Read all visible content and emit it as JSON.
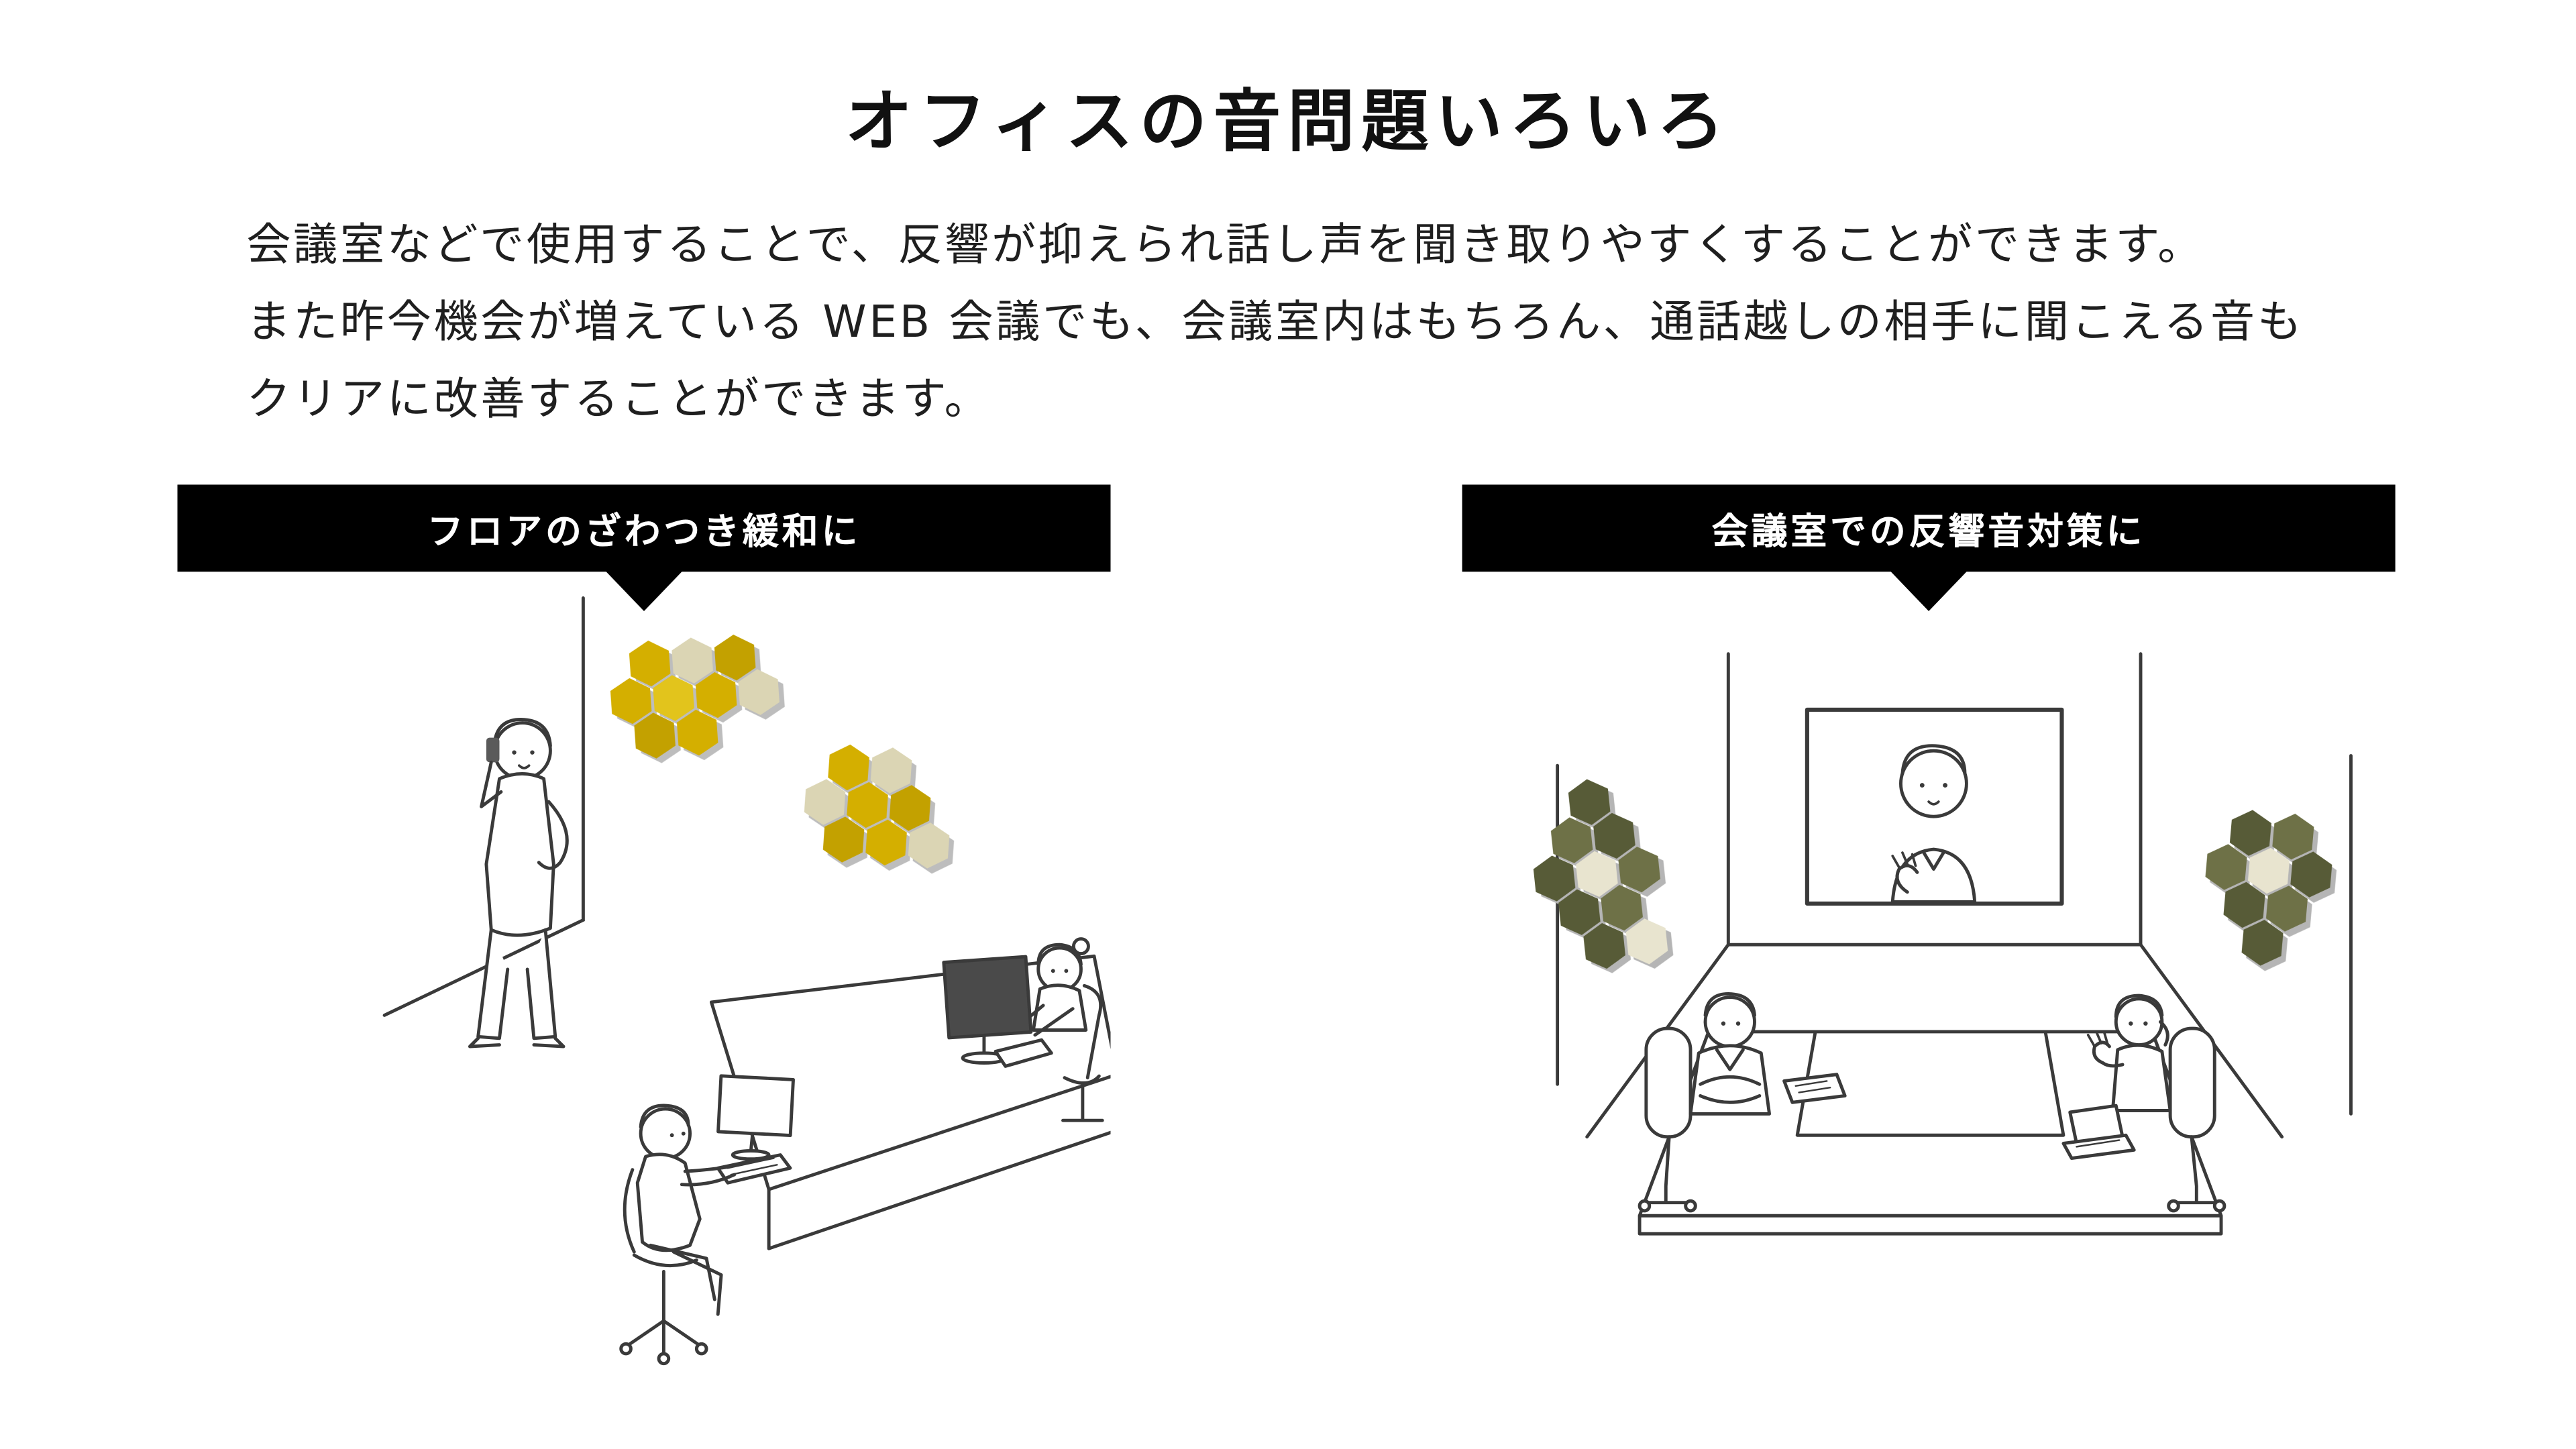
{
  "page": {
    "title": "オフィスの音問題いろいろ",
    "description": {
      "line1": "会議室などで使用することで、反響が抑えられ話し声を聞き取りやすくすることができます。",
      "line2": "また昨今機会が増えている WEB 会議でも、会議室内はもちろん、通話越しの相手に聞こえる音も",
      "line3": "クリアに改善することができます。"
    }
  },
  "sections": {
    "floor_noise": {
      "label": "フロアのざわつき緩和に"
    },
    "meeting_room": {
      "label": "会議室での反響音対策に"
    }
  },
  "colors": {
    "background": "#ffffff",
    "text": "#1f1f1f",
    "banner_background": "#000000",
    "banner_text": "#ffffff",
    "line_art": "#3a3a3a",
    "panel_yellow": "#d4af00",
    "panel_yellow_dark": "#c3a100",
    "panel_beige": "#dbd5b4",
    "panel_olive_dark": "#575b37",
    "panel_olive": "#6e7147",
    "panel_cream": "#e8e4cf",
    "panel_shadow": "#bdbdbd"
  }
}
